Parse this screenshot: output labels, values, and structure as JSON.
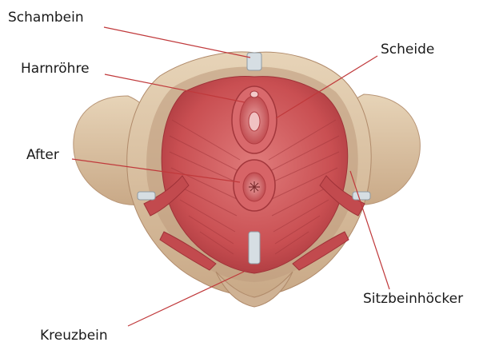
{
  "labels": {
    "schambein": "Schambein",
    "harnroehre": "Harnröhre",
    "scheide": "Scheide",
    "after": "After",
    "sitzbeinhoecker": "Sitzbeinhöcker",
    "kreuzbein": "Kreuzbein"
  },
  "colors": {
    "bone": "#dcc5a6",
    "bone_shadow": "#b9977a",
    "muscle": "#cc5a5a",
    "muscle_dark": "#9f3238",
    "muscle_light": "#e69292",
    "ligament": "#d6dee3",
    "leader_line": "#c0393b"
  }
}
